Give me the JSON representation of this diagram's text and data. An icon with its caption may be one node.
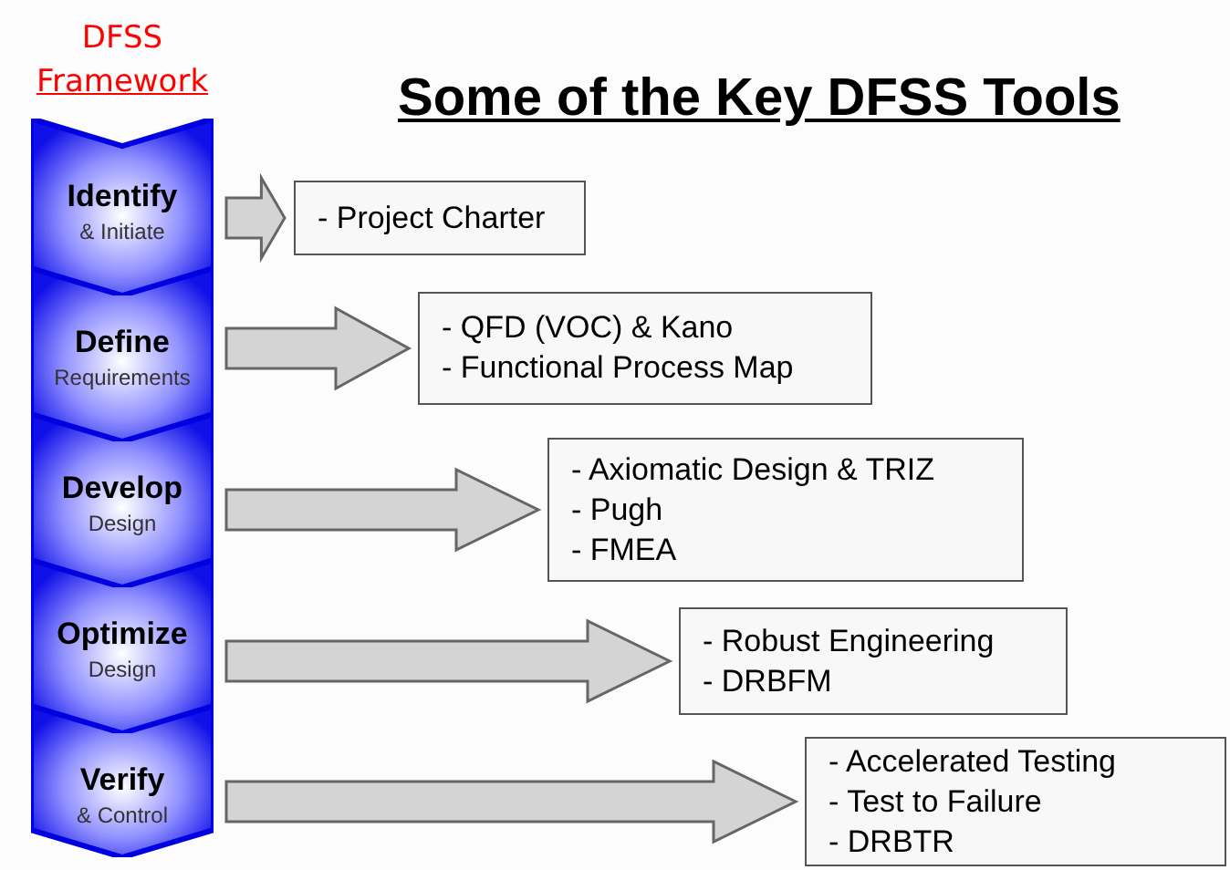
{
  "diagram": {
    "title": "Some of the Key DFSS Tools",
    "nodes": [
      {
        "text": [
          "Identify",
          "& Initiate"
        ]
      },
      {
        "text": [
          "Define",
          "Requirements"
        ]
      },
      {
        "text": [
          "Develop",
          "Design"
        ]
      },
      {
        "text": [
          "Optimize",
          "Design"
        ]
      },
      {
        "text": [
          "Verify",
          "& Control"
        ]
      },
      {
        "text": [
          "- Project Charter"
        ]
      },
      {
        "text": [
          "- QFD (VOC) & Kano",
          "- Functional Process Map"
        ]
      },
      {
        "text": [
          "- Axiomatic Design & TRIZ",
          "- Pugh",
          "- FMEA"
        ]
      },
      {
        "text": [
          "- Robust Engineering",
          "- DRBFM"
        ]
      },
      {
        "text": [
          "- Accelerated Testing",
          "- Test to Failure",
          "- DRBTR"
        ]
      }
    ],
    "edges": [
      {
        "from": 0,
        "to": 5,
        "arrow": "to",
        "style": "thick"
      },
      {
        "from": 1,
        "to": 6,
        "arrow": "to",
        "style": "thick"
      },
      {
        "from": 2,
        "to": 7,
        "arrow": "to",
        "style": "thick"
      },
      {
        "from": 3,
        "to": 8,
        "arrow": "to",
        "style": "thick"
      },
      {
        "from": 4,
        "to": 9,
        "arrow": "to",
        "style": "thick"
      }
    ],
    "labels": [
      "DFSS",
      "Framework"
    ]
  }
}
